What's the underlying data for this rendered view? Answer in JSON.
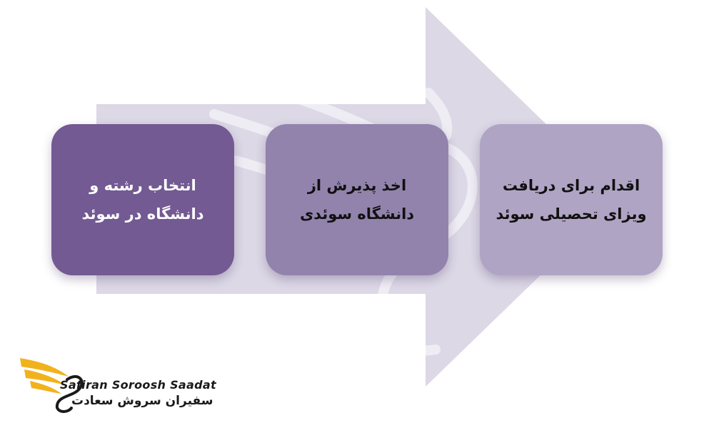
{
  "steps": [
    {
      "label": "انتخاب رشته و\nدانشگاه در سوئد"
    },
    {
      "label": "اخذ پذیرش از\nدانشگاه سوئدی"
    },
    {
      "label": "اقدام برای دریافت\nویزای تحصیلی سوئد"
    }
  ],
  "logo": {
    "name_en": "Safiran Soroosh Saadat",
    "name_fa": "سفیران سروش سعادت"
  },
  "colors": {
    "arrow": "#dcd8e6",
    "step1": "#735a93",
    "step2": "#9283ad",
    "step3": "#b0a4c5",
    "logo_gold": "#f2b21c"
  }
}
